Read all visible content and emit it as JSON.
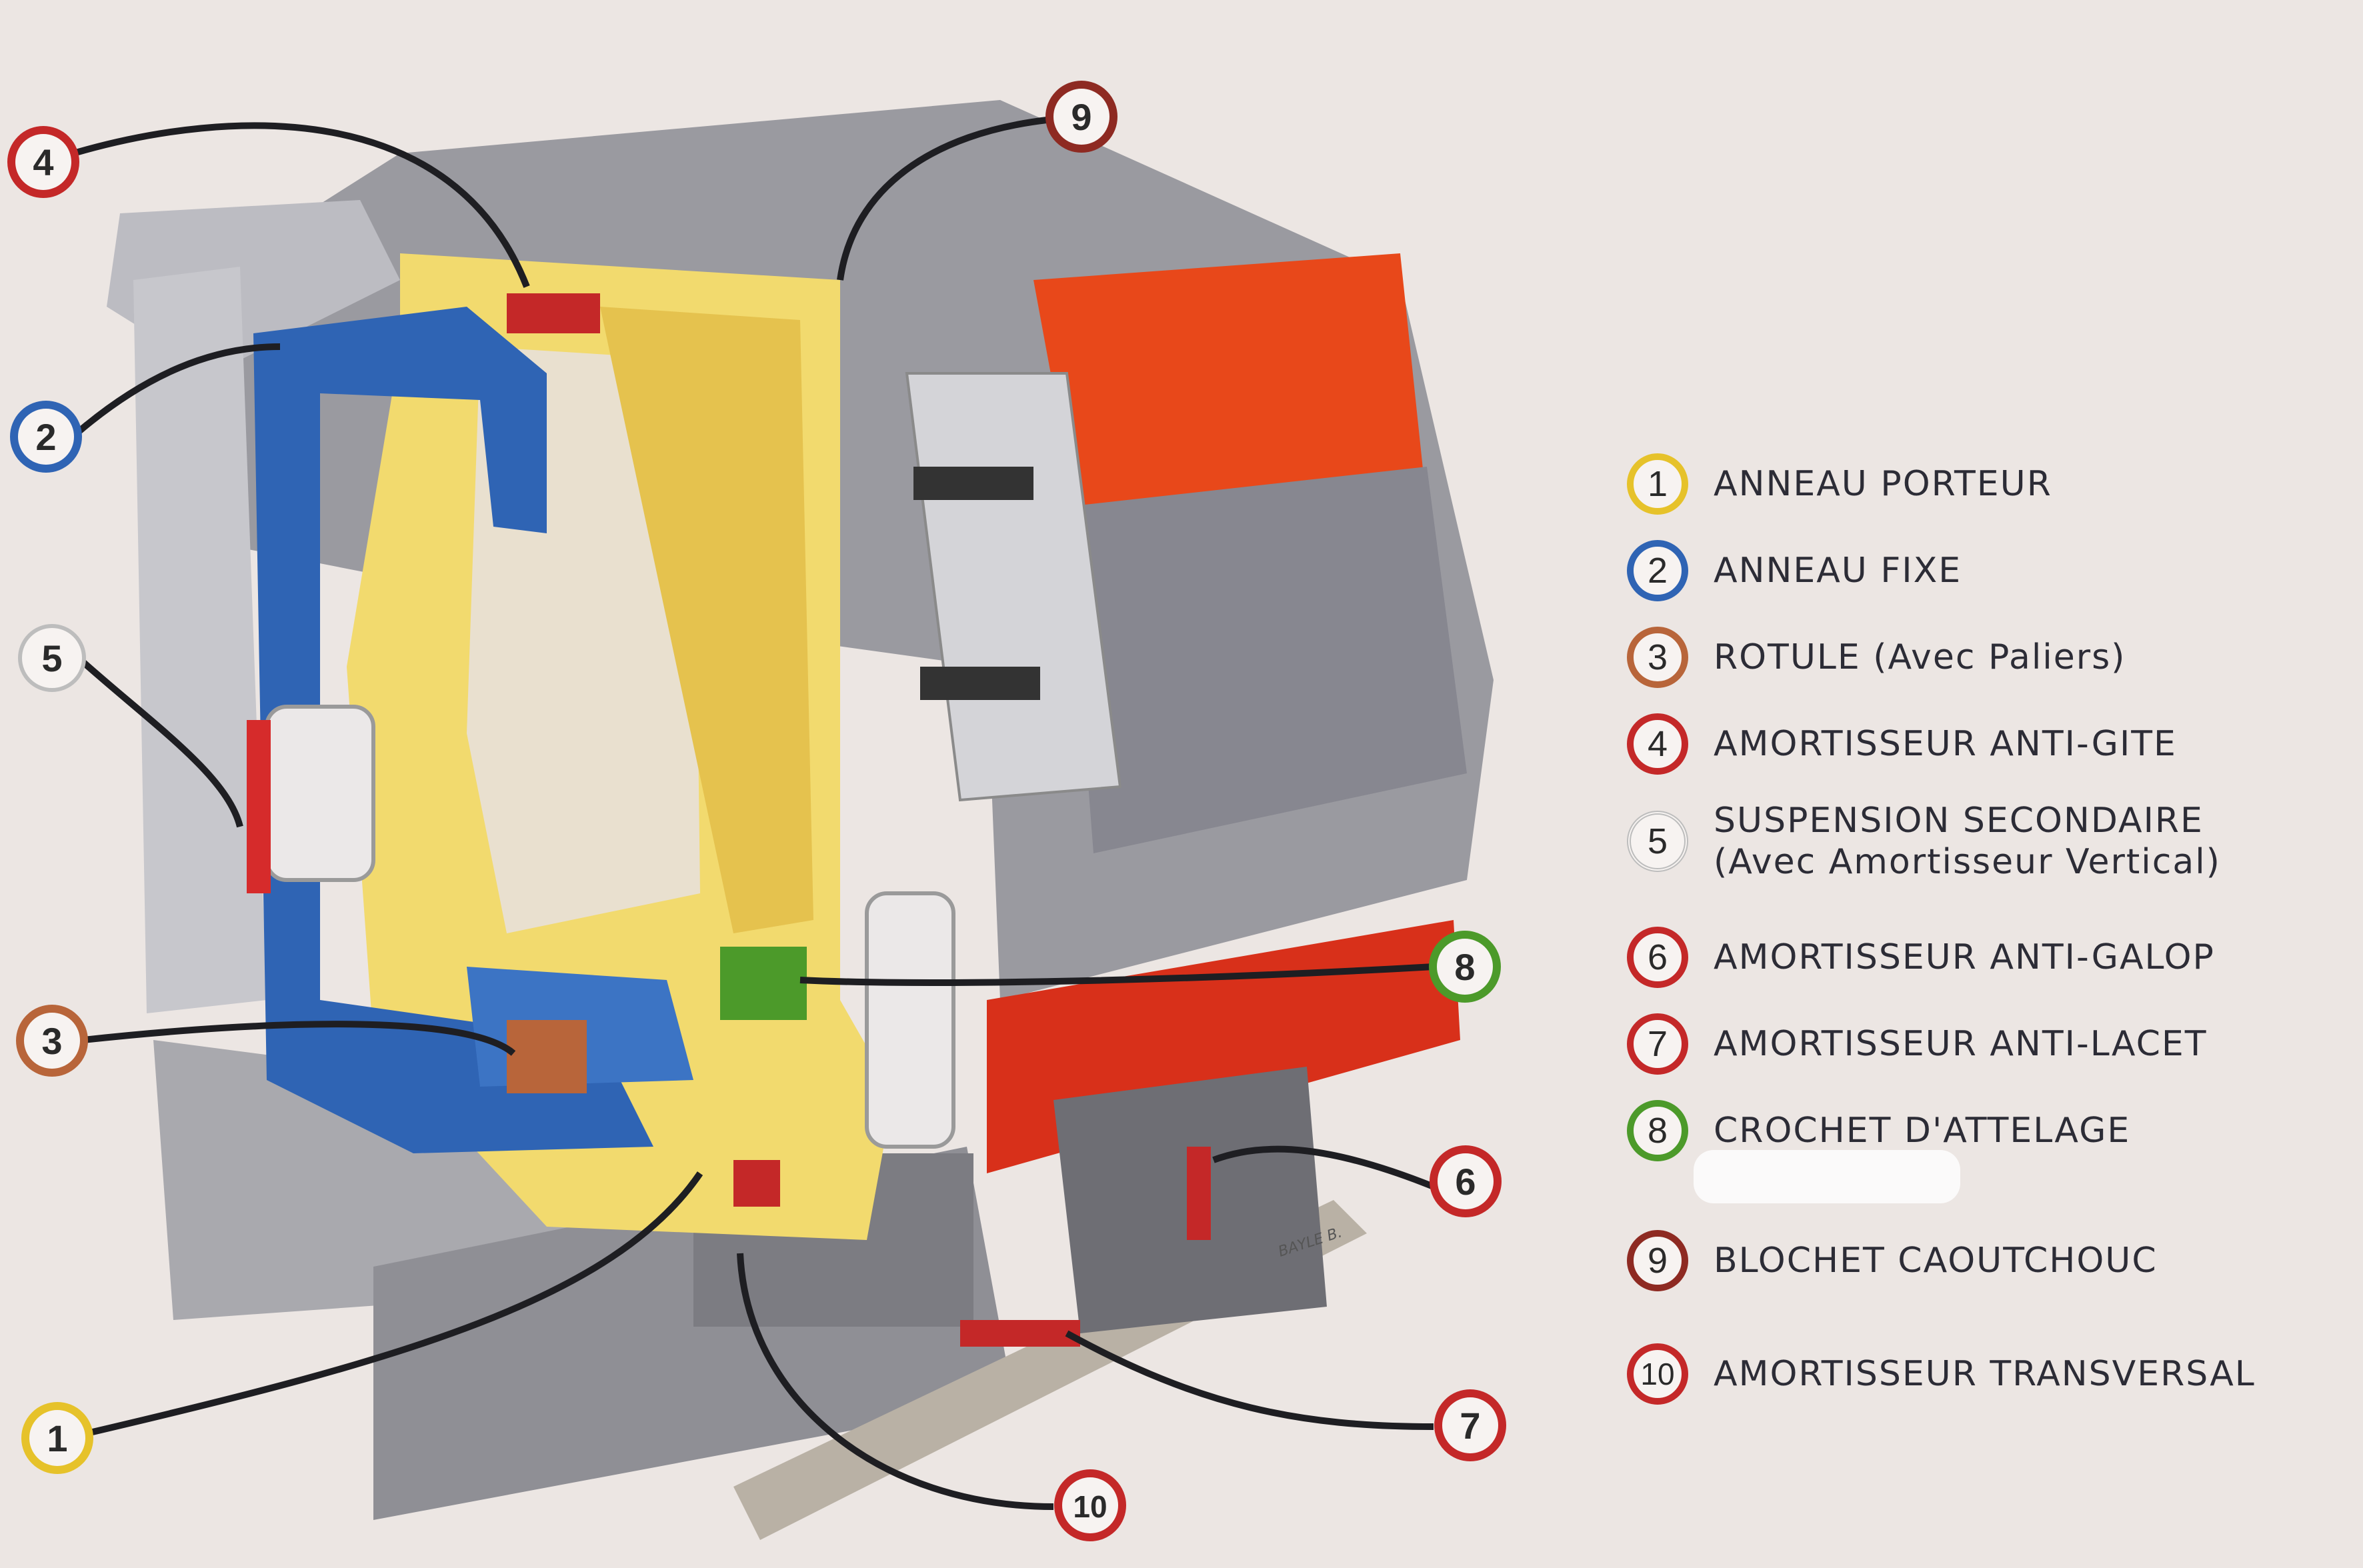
{
  "colors": {
    "yellow": "#f2da6e",
    "blue": "#2f64b4",
    "orange_brown": "#b8653a",
    "red": "#c42828",
    "green": "#4c9a2a",
    "dark_red": "#8e2a22",
    "car_orange": "#e84a14",
    "car_grey": "#8d8d93"
  },
  "legend": [
    {
      "num": "1",
      "label": "ANNEAU  PORTEUR",
      "color": "#e6c22a"
    },
    {
      "num": "2",
      "label": "ANNEAU  FIXE",
      "color": "#2f64b4"
    },
    {
      "num": "3",
      "label": "ROTULE (Avec Paliers)",
      "color": "#b8653a"
    },
    {
      "num": "4",
      "label": "AMORTISSEUR  ANTI-GITE",
      "color": "#c42828"
    },
    {
      "num": "5",
      "label": "SUSPENSION  SECONDAIRE",
      "sub": "(Avec  Amortisseur  Vertical)",
      "color": "#bdbdbd"
    },
    {
      "num": "6",
      "label": "AMORTISSEUR  ANTI-GALOP",
      "color": "#c42828"
    },
    {
      "num": "7",
      "label": "AMORTISSEUR  ANTI-LACET",
      "color": "#c42828"
    },
    {
      "num": "8",
      "label": "CROCHET  D'ATTELAGE",
      "color": "#4c9a2a"
    },
    {
      "num": "9",
      "label": "BLOCHET  CAOUTCHOUC",
      "color": "#8e2a22"
    },
    {
      "num": "10",
      "label": "AMORTISSEUR  TRANSVERSAL",
      "color": "#c42828"
    }
  ],
  "callouts": [
    "4",
    "9",
    "2",
    "5",
    "3",
    "8",
    "6",
    "1",
    "7",
    "10"
  ],
  "signature": "BAYLE B."
}
